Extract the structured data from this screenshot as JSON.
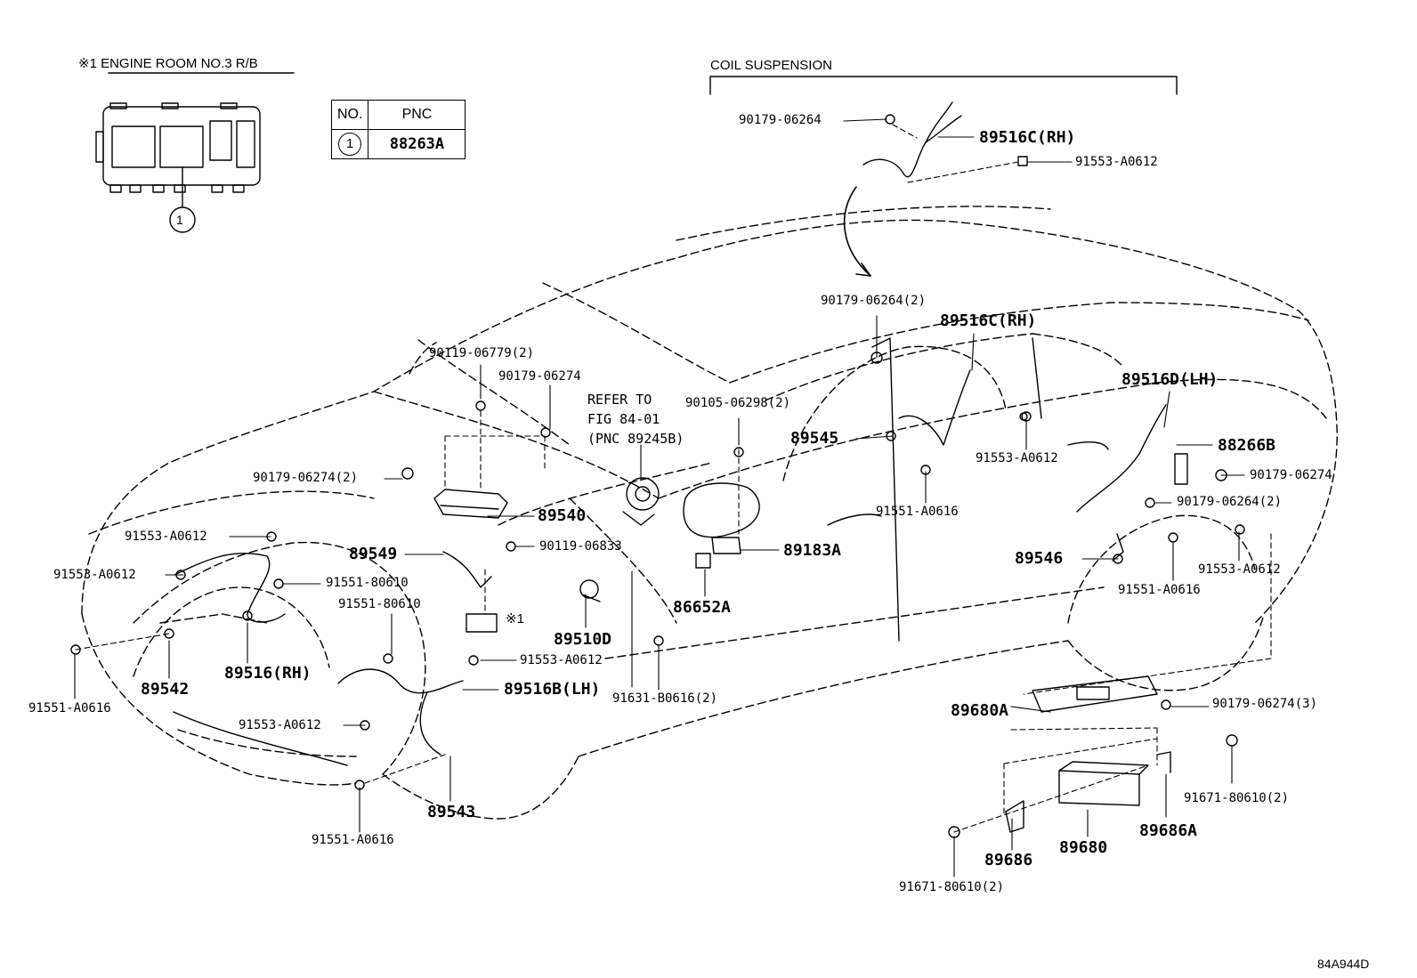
{
  "header": {
    "engine_room": "※1 ENGINE ROOM NO.3 R/B",
    "coil_suspension": "COIL SUSPENSION",
    "callout_1": "1"
  },
  "pnc_table": {
    "col_no": "NO.",
    "col_pnc": "PNC",
    "rows": [
      {
        "no": "1",
        "pnc": "88263A"
      }
    ]
  },
  "refer": {
    "line1": "REFER TO",
    "line2": "FIG 84-01",
    "line3": "(PNC 89245B)"
  },
  "footer": {
    "drawing_id": "84A944D"
  },
  "labels": {
    "p_90179_06264_top": "90179-06264",
    "p_89516C_top": "89516C(RH)",
    "p_91553_A0612_top": "91553-A0612",
    "p_90179_06264_2": "90179-06264(2)",
    "p_89516C_mid": "89516C(RH)",
    "p_89516D": "89516D(LH)",
    "p_88266B": "88266B",
    "p_90179_06274_r": "90179-06274",
    "p_90179_06264_2b": "90179-06264(2)",
    "p_91553_A0612_r": "91553-A0612",
    "p_89546": "89546",
    "p_91551_A0616_r": "91551-A0616",
    "p_89545": "89545",
    "p_91553_A0612_c": "91553-A0612",
    "p_91551_A0616_c": "91551-A0616",
    "p_90105_06298": "90105-06298(2)",
    "p_90119_06779": "90119-06779(2)",
    "p_90179_06274": "90179-06274",
    "p_90179_06274_2": "90179-06274(2)",
    "p_89540": "89540",
    "p_91553_A0612_l1": "91553-A0612",
    "p_91553_A0612_l2": "91553-A0612",
    "p_89549": "89549",
    "p_90119_06833": "90119-06833",
    "p_91551_80610_a": "91551-80610",
    "p_91551_80610_b": "91551-80610",
    "p_89183A": "89183A",
    "p_86652A": "86652A",
    "p_x1": "※1",
    "p_89510D": "89510D",
    "p_91553_A0612_m": "91553-A0612",
    "p_89516RH": "89516(RH)",
    "p_89542": "89542",
    "p_89516B": "89516B(LH)",
    "p_91631": "91631-B0616(2)",
    "p_91551_A0616_l": "91551-A0616",
    "p_91553_A0612_f": "91553-A0612",
    "p_89543": "89543",
    "p_91551_A0616_b": "91551-A0616",
    "p_89680A": "89680A",
    "p_90179_06274_3": "90179-06274(3)",
    "p_91671_80610_r": "91671-80610(2)",
    "p_89686A": "89686A",
    "p_89680": "89680",
    "p_89686": "89686",
    "p_91671_80610_b": "91671-80610(2)"
  }
}
